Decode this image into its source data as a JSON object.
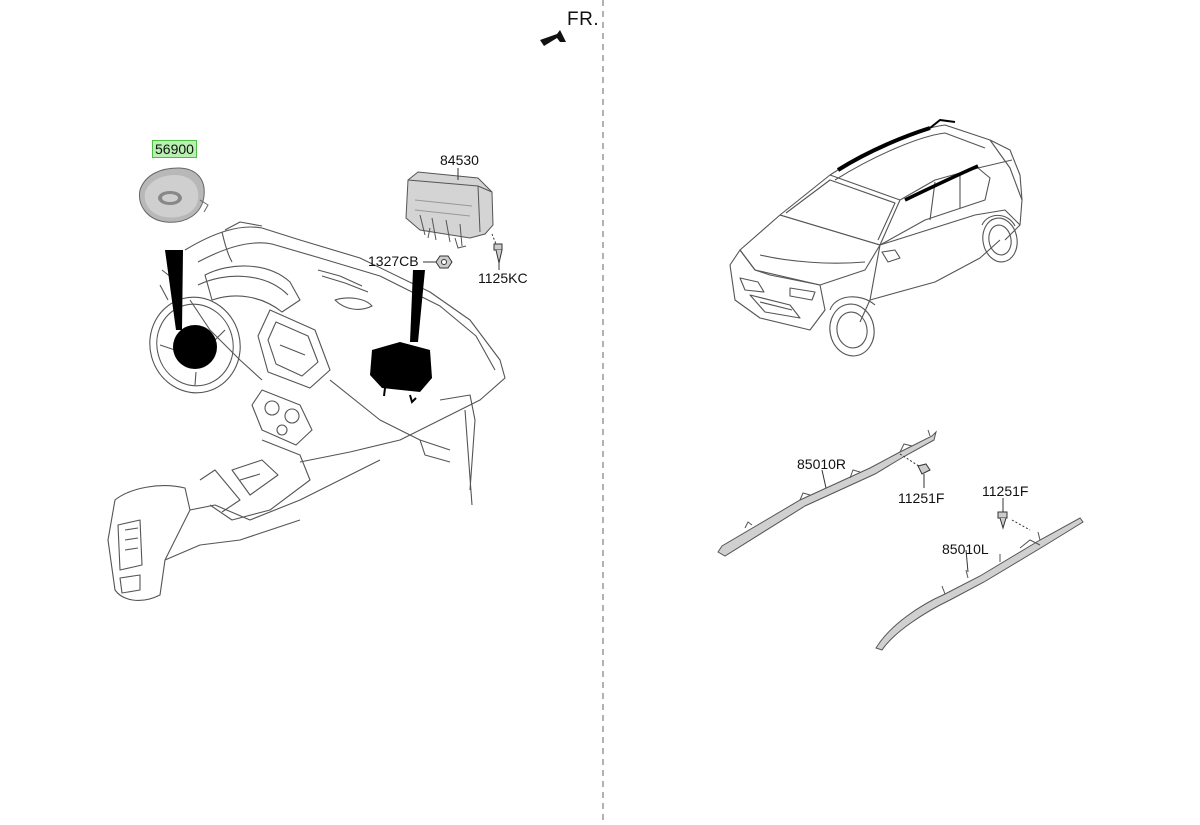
{
  "direction_label": "FR.",
  "parts": {
    "p56900": "56900",
    "p84530": "84530",
    "p1327CB": "1327CB",
    "p1125KC": "1125KC",
    "p85010R": "85010R",
    "p11251F_a": "11251F",
    "p11251F_b": "11251F",
    "p85010L": "85010L"
  },
  "highlight_color": "#b8f0b0",
  "icons": [
    "direction-arrow-icon",
    "steering-airbag-module",
    "passenger-airbag-module",
    "curtain-airbag-right",
    "curtain-airbag-left",
    "vehicle-illustration",
    "dashboard-illustration"
  ]
}
